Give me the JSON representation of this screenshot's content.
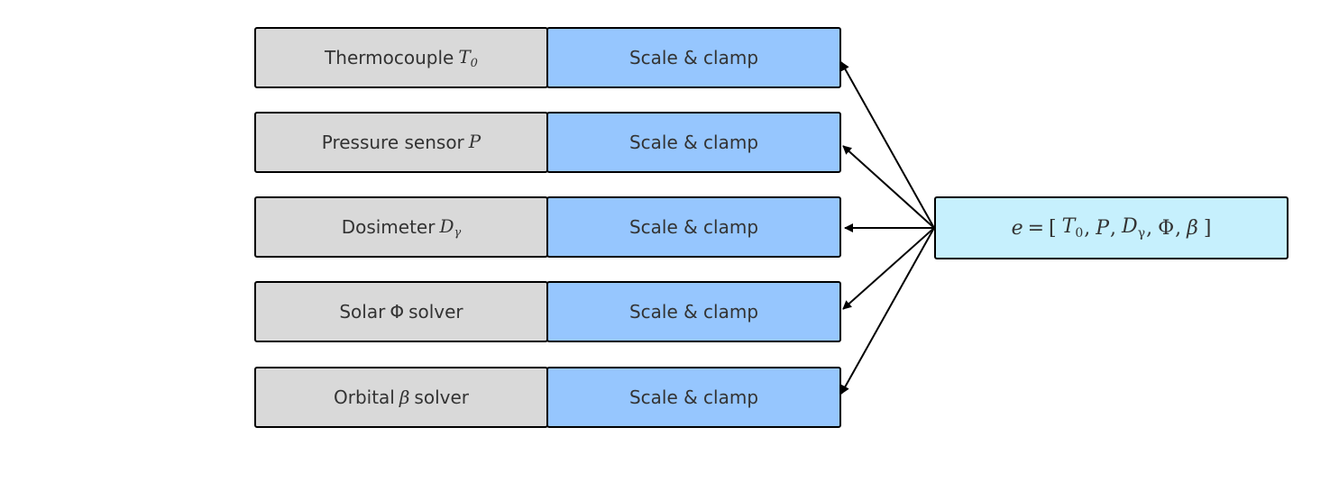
{
  "rows": [
    {
      "label": "Thermocouple",
      "symbol": "T",
      "symbol_sub": "0",
      "stage": "Scale & clamp"
    },
    {
      "label": "Pressure sensor",
      "symbol": "P",
      "symbol_sub": "",
      "stage": "Scale & clamp"
    },
    {
      "label": "Dosimeter",
      "symbol": "D",
      "symbol_sub": "γ",
      "stage": "Scale & clamp"
    },
    {
      "label_pre": "Solar",
      "symbol": "Φ",
      "label_post": "solver",
      "stage": "Scale & clamp"
    },
    {
      "label_pre": "Orbital",
      "symbol": "β",
      "label_post": "solver",
      "stage": "Scale & clamp"
    }
  ],
  "vector": {
    "lhs": "e",
    "eq": "=",
    "open": "[",
    "close": "]",
    "items": [
      {
        "sym": "T",
        "sub": "0"
      },
      {
        "sym": "P",
        "sub": ""
      },
      {
        "sym": "D",
        "sub": "γ"
      },
      {
        "sym": "Φ",
        "sub": ""
      },
      {
        "sym": "β",
        "sub": ""
      }
    ],
    "separator": ","
  },
  "colors": {
    "source_fill": "#d9d9d9",
    "clamp_fill": "#96c6fe",
    "vector_fill": "#c6f0fd",
    "border": "#000000",
    "arrow": "#000000"
  }
}
